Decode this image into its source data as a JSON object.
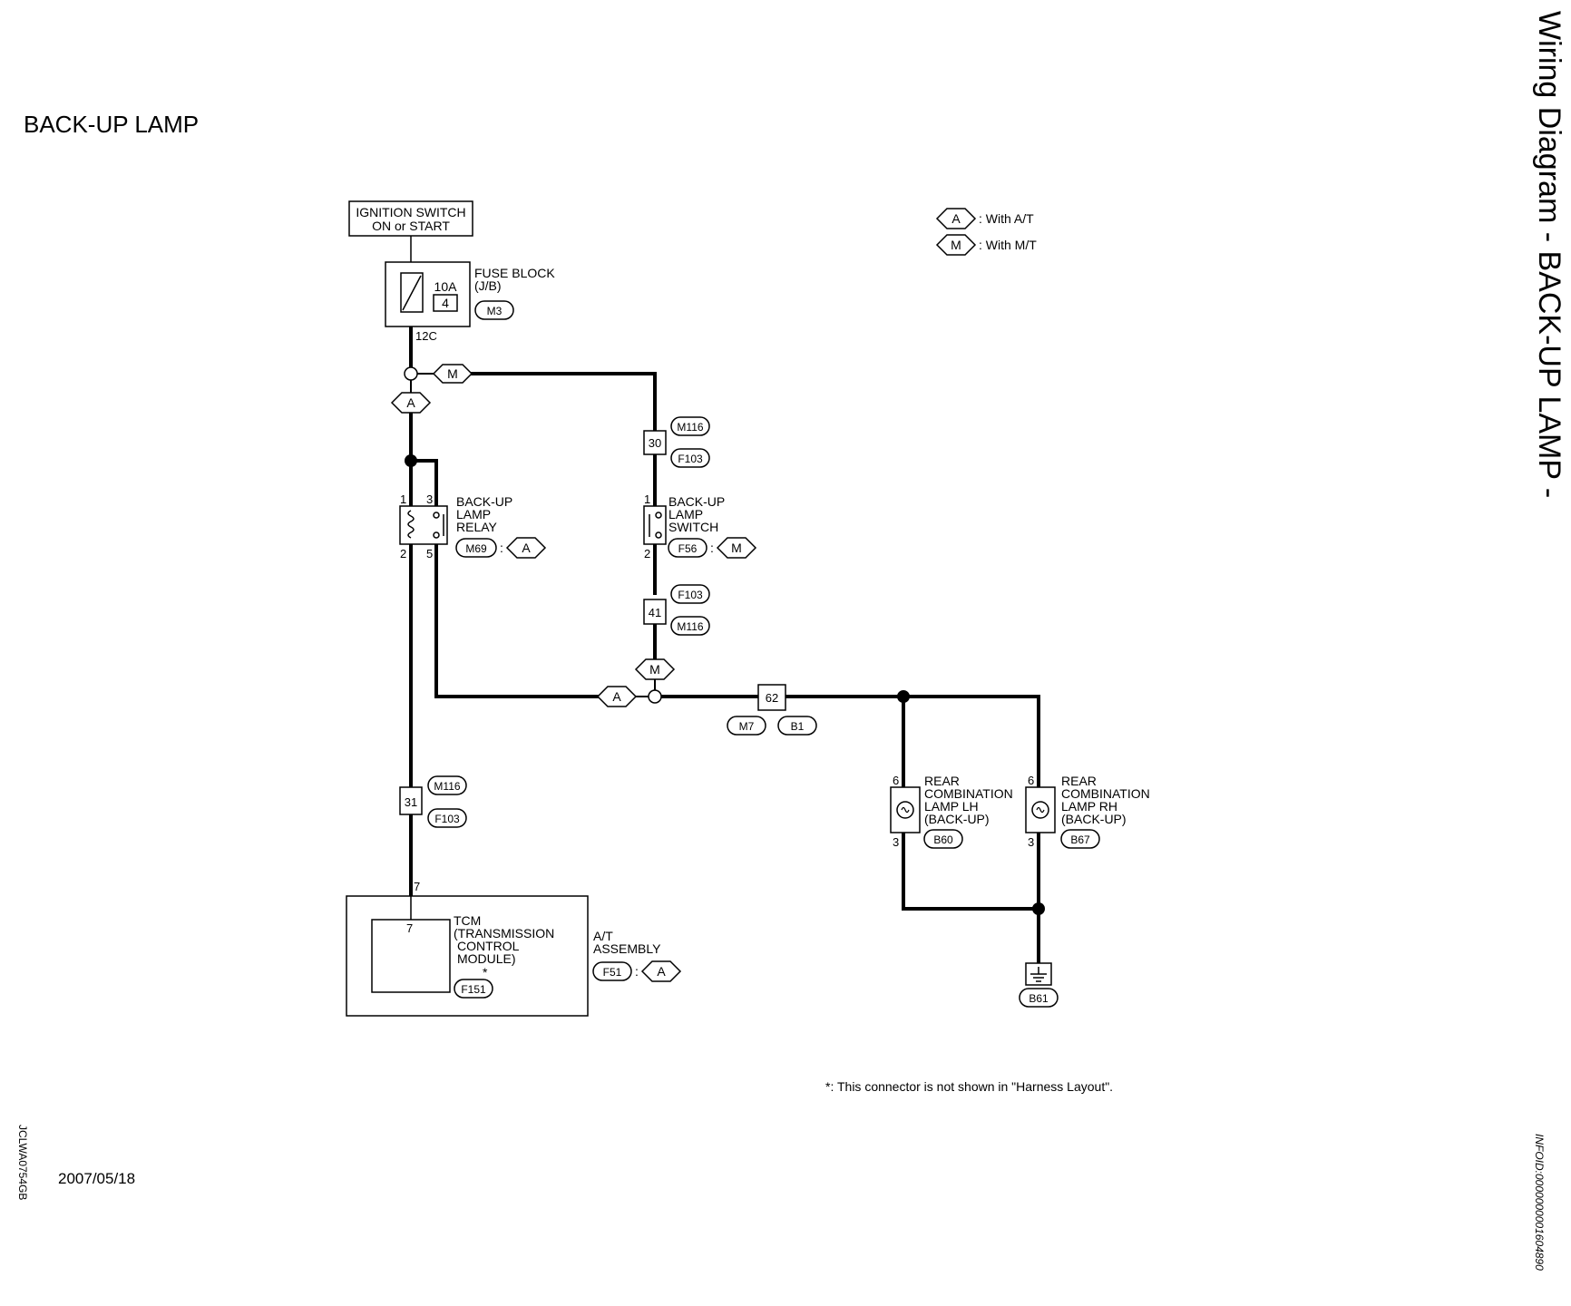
{
  "page": {
    "title": "BACK-UP LAMP",
    "side_title": "Wiring Diagram - BACK-UP LAMP -",
    "doc_id_left": "JCLWA0754GB",
    "date": "2007/05/18",
    "doc_id_right": "INFOID:0000000001604890"
  },
  "legend": {
    "a_tag": "A",
    "a_text": ": With A/T",
    "m_tag": "M",
    "m_text": ": With M/T"
  },
  "ignition": {
    "line1": "IGNITION SWITCH",
    "line2": "ON or START"
  },
  "fuse": {
    "amp": "10A",
    "number": "4",
    "label1": "FUSE BLOCK",
    "label2": "(J/B)",
    "connector": "M3",
    "terminal": "12C"
  },
  "tags": {
    "a": "A",
    "m": "M"
  },
  "relay": {
    "label1": "BACK-UP",
    "label2": "LAMP",
    "label3": "RELAY",
    "connector": "M69",
    "variant": "A",
    "sep": ":",
    "pin1": "1",
    "pin2": "2",
    "pin3": "3",
    "pin5": "5"
  },
  "switch": {
    "label1": "BACK-UP",
    "label2": "LAMP",
    "label3": "SWITCH",
    "connector": "F56",
    "variant": "M",
    "sep": ":",
    "pin1": "1",
    "pin2": "2"
  },
  "joints": {
    "j30": {
      "num": "30",
      "top": "M116",
      "bottom": "F103"
    },
    "j41": {
      "num": "41",
      "top": "F103",
      "bottom": "M116"
    },
    "j62": {
      "num": "62",
      "left": "M7",
      "right": "B1"
    },
    "j31": {
      "num": "31",
      "top": "M116",
      "bottom": "F103"
    }
  },
  "lamp_lh": {
    "label1": "REAR",
    "label2": "COMBINATION",
    "label3": "LAMP LH",
    "label4": "(BACK-UP)",
    "connector": "B60",
    "pin_top": "6",
    "pin_bottom": "3"
  },
  "lamp_rh": {
    "label1": "REAR",
    "label2": "COMBINATION",
    "label3": "LAMP RH",
    "label4": "(BACK-UP)",
    "connector": "B67",
    "pin_top": "6",
    "pin_bottom": "3"
  },
  "ground": {
    "connector": "B61"
  },
  "at_assembly": {
    "outer_pin": "7",
    "inner_pin": "7",
    "tcm1": "TCM",
    "tcm2": "(TRANSMISSION",
    "tcm3": "CONTROL",
    "tcm4": "MODULE)",
    "star": "*",
    "tcm_connector": "F151",
    "label1": "A/T",
    "label2": "ASSEMBLY",
    "connector": "F51",
    "variant": "A",
    "sep": ":"
  },
  "footnote": "*: This connector is not shown in \"Harness Layout\"."
}
